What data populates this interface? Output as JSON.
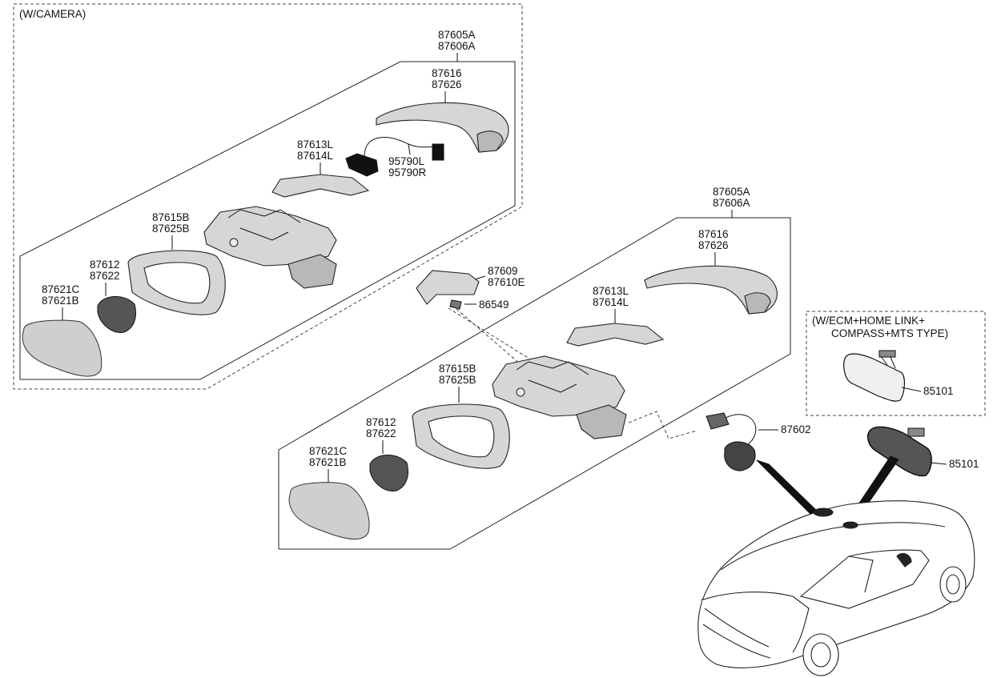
{
  "groups": {
    "camera": "(W/CAMERA)",
    "ecm_line1": "(W/ECM+HOME LINK+",
    "ecm_line2": "COMPASS+MTS TYPE)"
  },
  "camera_assembly": {
    "housing_a": "87605A",
    "housing_b": "87606A",
    "cover_a": "87616",
    "cover_b": "87626",
    "repeater_a": "87613L",
    "repeater_b": "87614L",
    "camera_a": "95790L",
    "camera_b": "95790R",
    "bezel_a": "87615B",
    "bezel_b": "87625B",
    "actuator_a": "87612",
    "actuator_b": "87622",
    "glass_a": "87621C",
    "glass_b": "87621B"
  },
  "standard_assembly": {
    "housing_a": "87605A",
    "housing_b": "87606A",
    "cover_a": "87616",
    "cover_b": "87626",
    "repeater_a": "87613L",
    "repeater_b": "87614L",
    "bezel_a": "87615B",
    "bezel_b": "87625B",
    "actuator_a": "87612",
    "actuator_b": "87622",
    "glass_a": "87621C",
    "glass_b": "87621B"
  },
  "cap_a": "87609",
  "cap_b": "87610E",
  "screw": "86549",
  "harness": "87602",
  "inside_mirror_ecm": "85101",
  "inside_mirror": "85101"
}
